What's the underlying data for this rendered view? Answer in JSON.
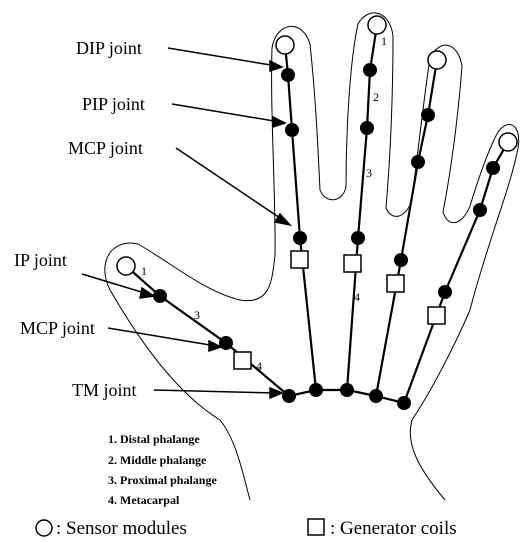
{
  "labels": {
    "dip": "DIP joint",
    "pip": "PIP joint",
    "mcp_finger": "MCP joint",
    "ip": "IP joint",
    "mcp_thumb": "MCP joint",
    "tm": "TM joint"
  },
  "segment_numbers": {
    "middle_1": "1",
    "middle_2": "2",
    "middle_3": "3",
    "middle_4": "4",
    "thumb_1": "1",
    "thumb_3": "3",
    "thumb_4": "4"
  },
  "phalange_legend": [
    "1. Distal phalange",
    "2. Middle phalange",
    "3. Proximal phalange",
    "4. Metacarpal"
  ],
  "footer": {
    "sensor_label": ": Sensor modules",
    "generator_label": ": Generator coils"
  }
}
